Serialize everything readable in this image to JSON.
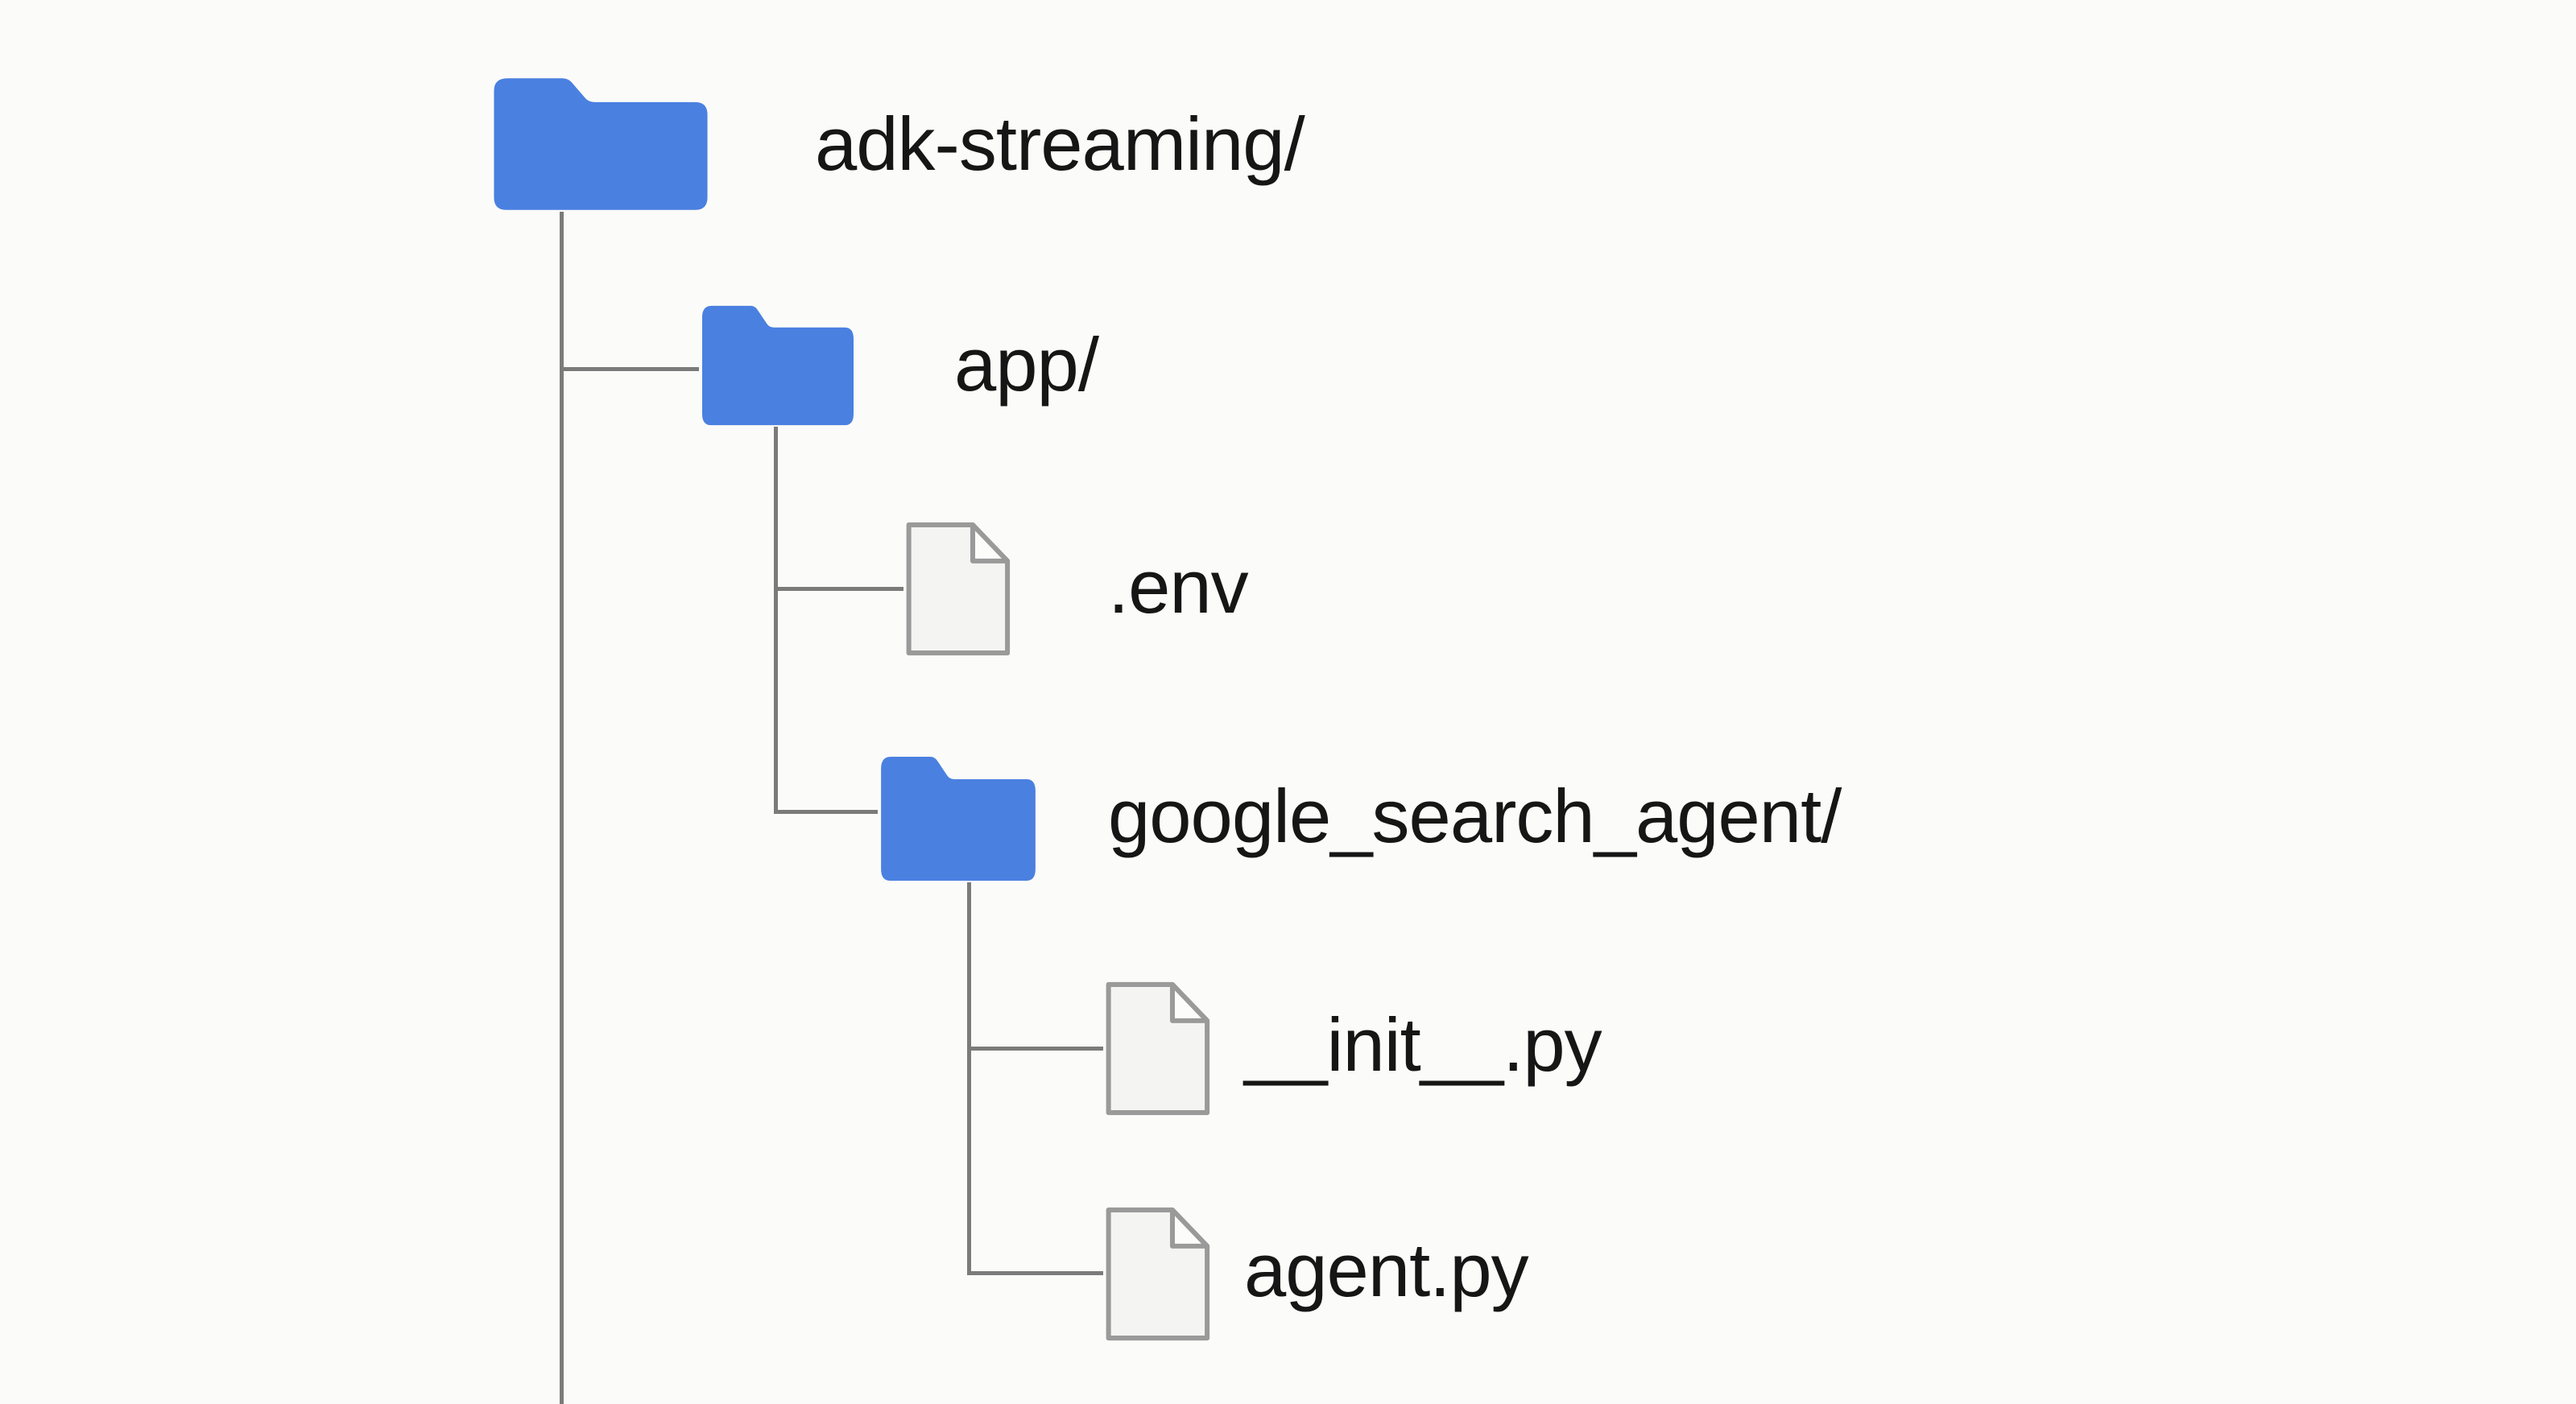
{
  "diagram": {
    "type": "directory-tree",
    "background_color": "#fbfbf9",
    "colors": {
      "folder_blue": "#4a80e0",
      "connector_gray": "#7b7b7b",
      "file_fill": "#f4f4f2",
      "file_fold_fill": "#fcfcfb",
      "file_border": "#9a9a9a",
      "label_text": "#161616"
    },
    "nodes": {
      "adk_streaming": {
        "label": "adk-streaming/",
        "type": "folder",
        "depth": 0
      },
      "app": {
        "label": "app/",
        "type": "folder",
        "depth": 1
      },
      "env": {
        "label": ".env",
        "type": "file",
        "depth": 2
      },
      "google_search_agent": {
        "label": "google_search_agent/",
        "type": "folder",
        "depth": 2
      },
      "init_py": {
        "label": "__init__.py",
        "type": "file",
        "depth": 3
      },
      "agent_py": {
        "label": "agent.py",
        "type": "file",
        "depth": 3
      }
    }
  }
}
